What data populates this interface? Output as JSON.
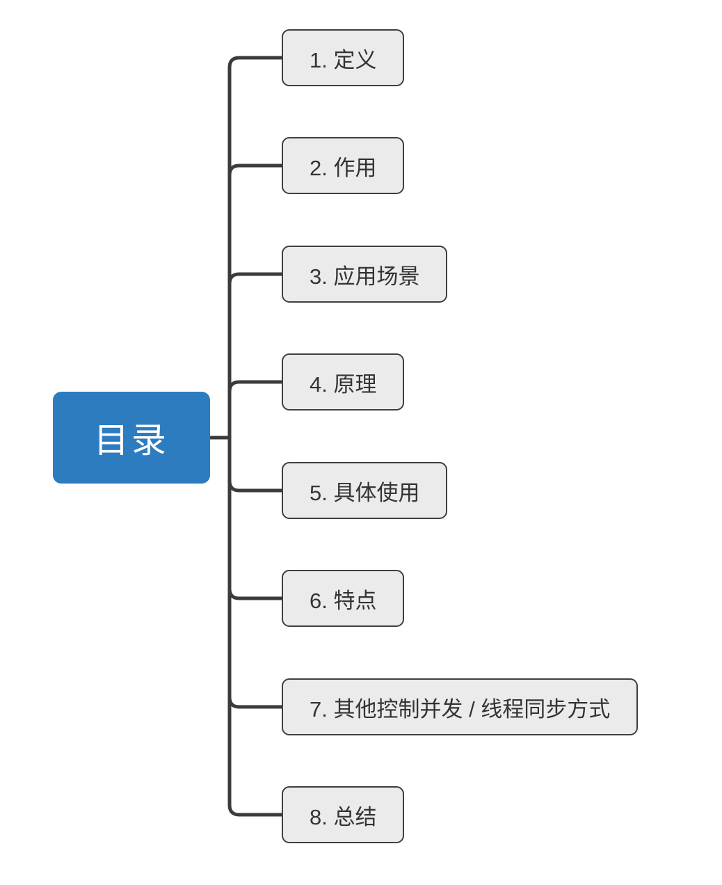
{
  "root": {
    "label": "目录"
  },
  "children": [
    {
      "label": "1. 定义"
    },
    {
      "label": "2. 作用"
    },
    {
      "label": "3. 应用场景"
    },
    {
      "label": "4. 原理"
    },
    {
      "label": "5. 具体使用"
    },
    {
      "label": "6. 特点"
    },
    {
      "label": "7. 其他控制并发 / 线程同步方式"
    },
    {
      "label": "8. 总结"
    }
  ],
  "theme": {
    "accent": "#2E7CC0",
    "node-fill": "#EBEBEB",
    "node-border": "#3F3F3F",
    "line": "#3B3B3B",
    "text": "#333333",
    "root-text": "#FFFFFF",
    "background": "#FFFFFF"
  }
}
